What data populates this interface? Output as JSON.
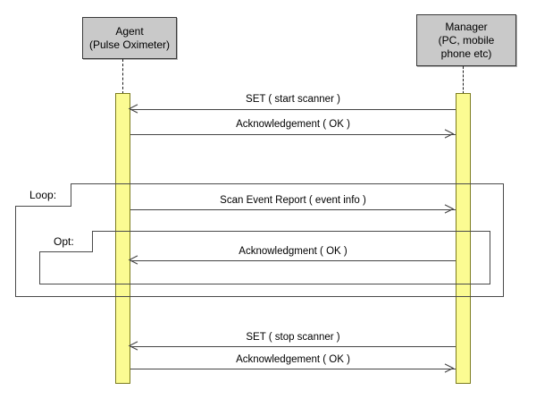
{
  "diagram": {
    "type": "uml-sequence-diagram",
    "background": "#ffffff",
    "colors": {
      "participant_fill": "#c9c9c9",
      "participant_border": "#3a3a3a",
      "activation_fill": "#fbfb92",
      "activation_border": "#7c7c1e",
      "line": "#444444",
      "fragment_border": "#4a4a4a",
      "text": "#000000"
    }
  },
  "participants": [
    {
      "id": "agent",
      "name": "Agent",
      "lines": [
        "Agent",
        "(Pulse Oximeter)"
      ]
    },
    {
      "id": "manager",
      "name": "Manager",
      "lines": [
        "Manager",
        "(PC, mobile",
        "phone etc)"
      ]
    }
  ],
  "fragments": [
    {
      "id": "loop",
      "label": "Loop:"
    },
    {
      "id": "opt",
      "label": "Opt:"
    }
  ],
  "messages": [
    {
      "id": "m1",
      "label": "SET ( start scanner )",
      "from": "manager",
      "to": "agent",
      "direction": "left"
    },
    {
      "id": "m2",
      "label": "Acknowledgement ( OK )",
      "from": "agent",
      "to": "manager",
      "direction": "right"
    },
    {
      "id": "m3",
      "label": "Scan Event Report ( event info )",
      "from": "agent",
      "to": "manager",
      "direction": "right"
    },
    {
      "id": "m4",
      "label": "Acknowledgment ( OK )",
      "from": "manager",
      "to": "agent",
      "direction": "left"
    },
    {
      "id": "m5",
      "label": "SET ( stop scanner )",
      "from": "manager",
      "to": "agent",
      "direction": "left"
    },
    {
      "id": "m6",
      "label": "Acknowledgement ( OK )",
      "from": "agent",
      "to": "manager",
      "direction": "right"
    }
  ]
}
